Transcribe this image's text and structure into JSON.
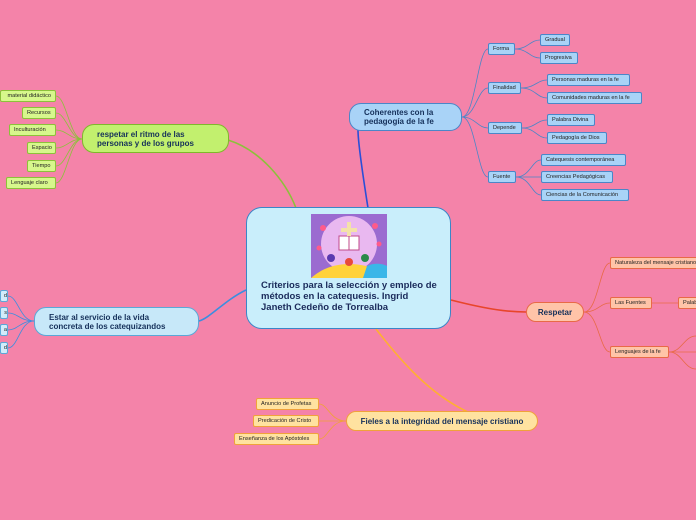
{
  "central": {
    "title": "Criterios para la selección y empleo de métodos en la catequesis. Ingrid Janeth Cedeño de Torrealba"
  },
  "branches": {
    "coherentes": {
      "label": "Coherentes con la pedagogía de la fe",
      "forma": {
        "label": "Forma",
        "items": [
          "Gradual",
          "Progresiva"
        ]
      },
      "finalidad": {
        "label": "Finalidad",
        "items": [
          "Personas maduras en la fe",
          "Comunidades maduras en la fe"
        ]
      },
      "depende": {
        "label": "Depende",
        "items": [
          "Palabra Divina",
          "Pedagogía de Dios"
        ]
      },
      "fuente": {
        "label": "Fuente",
        "items": [
          "Catequesis contemporánea",
          "Creencias Pedagógicas",
          "Ciencias de la Comunicación"
        ]
      }
    },
    "ritmo": {
      "label": "respetar el ritmo de las personas y de los grupos",
      "items": [
        "material didáctico",
        "Recursos",
        "Inculturación",
        "Espacio",
        "Tiempo",
        "Lenguaje claro"
      ]
    },
    "servicio": {
      "label": "Estar al servicio de la vida concreta de los catequizandos",
      "items": [
        "d",
        "s",
        "a",
        "d"
      ]
    },
    "respetar": {
      "label": "Respetar",
      "naturaleza": "Naturaleza del mensaje cristiano",
      "fuentes": {
        "label": "Las Fuentes",
        "child": "Palabra"
      },
      "lenguajes": "Lenguajes de la fe"
    },
    "fieles": {
      "label": "Fieles a la integridad del mensaje cristiano",
      "items": [
        "Anuncio de Profetas",
        "Predicación de Cristo",
        "Enseñanza de los Apóstoles"
      ]
    }
  },
  "colors": {
    "background": "#f483a9",
    "blue_branch": "#4a86c8",
    "green_branch": "#8cc13a",
    "lightblue_branch": "#5aa8d8",
    "orange_branch": "#f0a23a",
    "red_branch": "#e86a46",
    "center_line": "#2a4fd8"
  }
}
